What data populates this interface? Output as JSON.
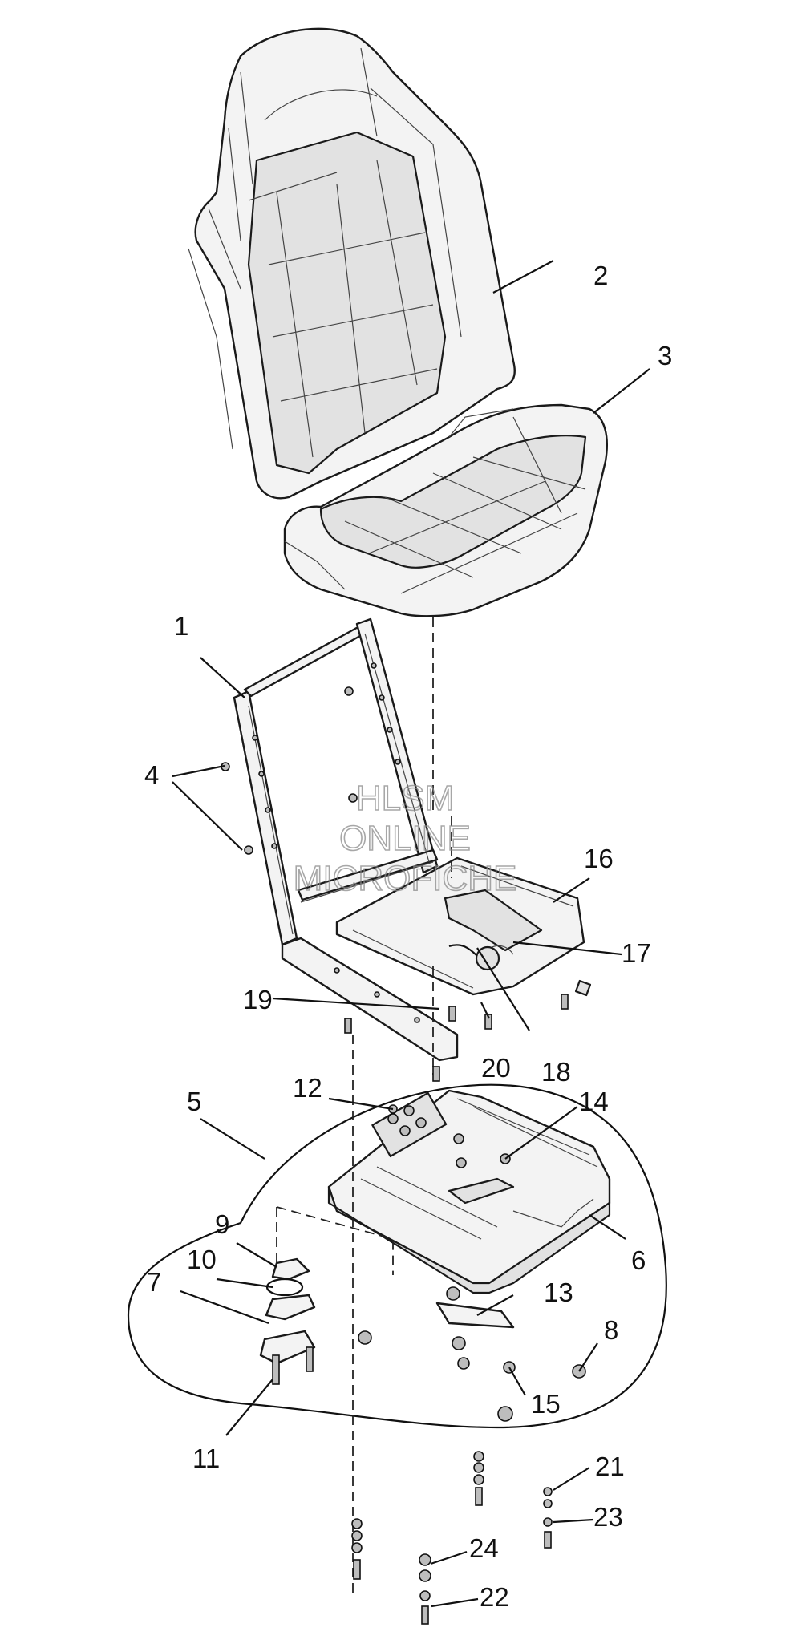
{
  "callouts": [
    "1",
    "2",
    "3",
    "4",
    "5",
    "6",
    "7",
    "8",
    "9",
    "10",
    "11",
    "12",
    "13",
    "14",
    "15",
    "16",
    "17",
    "18",
    "19",
    "20",
    "21",
    "22",
    "23",
    "24"
  ],
  "watermark": {
    "line1": "HLSM",
    "line2": "ONLINE",
    "line3": "MICROFICHE"
  }
}
